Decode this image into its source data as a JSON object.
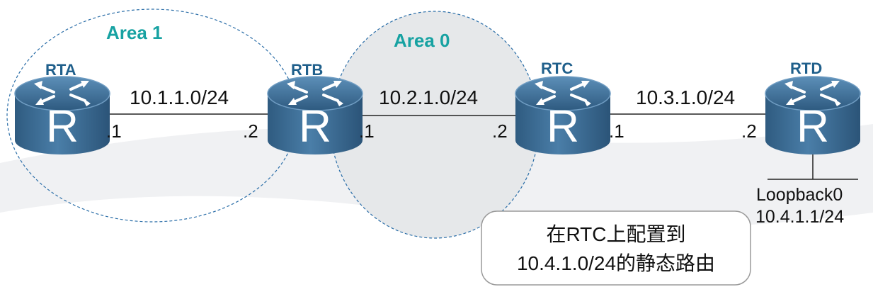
{
  "areas": {
    "area1": "Area 1",
    "area0": "Area 0"
  },
  "routers": {
    "rta": "RTA",
    "rtb": "RTB",
    "rtc": "RTC",
    "rtd": "RTD",
    "glyph": "R"
  },
  "links": {
    "ab": {
      "network": "10.1.1.0/24",
      "left_ip": ".1",
      "right_ip": ".2"
    },
    "bc": {
      "network": "10.2.1.0/24",
      "left_ip": ".1",
      "right_ip": ".2"
    },
    "cd": {
      "network": "10.3.1.0/24",
      "left_ip": ".1",
      "right_ip": ".2"
    }
  },
  "loopback": {
    "name": "Loopback0",
    "address": "10.4.1.1/24"
  },
  "note": {
    "line1": "在RTC上配置到",
    "line2": "10.4.1.0/24的静态路由"
  },
  "colors": {
    "area_label": "#17a2a2",
    "router_label": "#1f5f8b",
    "router_body": "#3d6f97",
    "router_top": "#2f5d84",
    "area_border": "#2b6ea8",
    "area0_fill": "#e6e8ea"
  }
}
